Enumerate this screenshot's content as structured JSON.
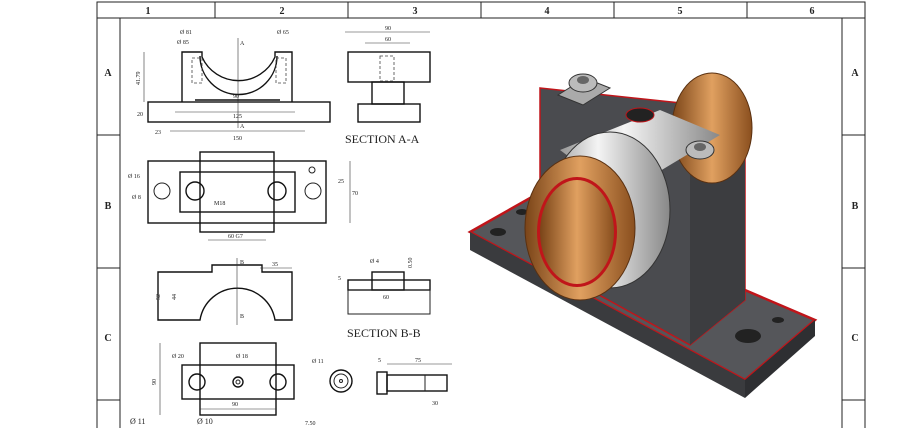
{
  "frame": {
    "columns": [
      "1",
      "2",
      "3",
      "4",
      "5",
      "6"
    ],
    "rows": [
      "A",
      "B",
      "C"
    ]
  },
  "front_view": {
    "dims": [
      "Ø 81",
      "Ø 85",
      "Ø 65",
      "A",
      "A",
      "41.79",
      "90",
      "20",
      "125",
      "23",
      "150"
    ]
  },
  "section_aa": {
    "title": "SECTION A-A",
    "dims": [
      "90",
      "60"
    ]
  },
  "top_view": {
    "dims": [
      "Ø 16",
      "Ø 8",
      "M18",
      "25",
      "70",
      "60 G7"
    ]
  },
  "side_view": {
    "dims": [
      "B",
      "B",
      "35",
      "52",
      "44"
    ]
  },
  "section_bb": {
    "title": "SECTION B-B",
    "dims": [
      "Ø 4",
      "0.50",
      "5",
      "60"
    ]
  },
  "cap_view": {
    "dims": [
      "Ø 20",
      "Ø 18",
      "90",
      "90"
    ]
  },
  "nut_view": {
    "dims": [
      "Ø 11"
    ]
  },
  "bolt_view": {
    "dims": [
      "5",
      "75",
      "30"
    ]
  },
  "bottom_notes": [
    "Ø 11",
    "Ø 10",
    "7.50"
  ],
  "colors": {
    "body": "#4a4b4f",
    "edge": "#c0151a",
    "bushing": "#b8742f",
    "steel": "#cfd0d2"
  }
}
